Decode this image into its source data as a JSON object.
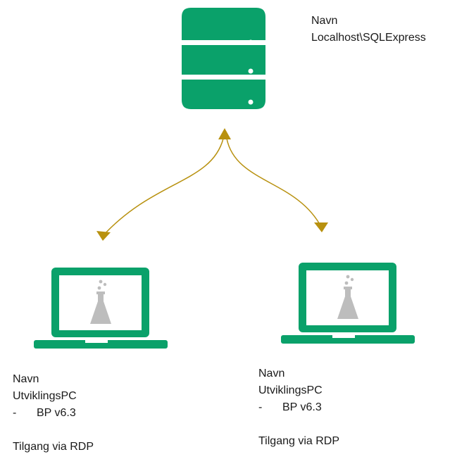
{
  "colors": {
    "device_green": "#0aa16a",
    "screen_white": "#ffffff",
    "flask_gray": "#bdbdbd",
    "arrow_gold": "#b8910f"
  },
  "icons": {
    "server": "database-server-icon",
    "laptop": "laptop-icon",
    "flask": "flask-icon"
  },
  "server": {
    "name_label": "Navn",
    "name_value": "Localhost\\SQLExpress"
  },
  "clients": [
    {
      "name_label": "Navn",
      "name_value": "UtviklingsPC",
      "bullet_dash": "-",
      "bullet_text": "BP v6.3",
      "access": "Tilgang via RDP"
    },
    {
      "name_label": "Navn",
      "name_value": "UtviklingsPC",
      "bullet_dash": "-",
      "bullet_text": "BP v6.3",
      "access": "Tilgang via RDP"
    }
  ]
}
